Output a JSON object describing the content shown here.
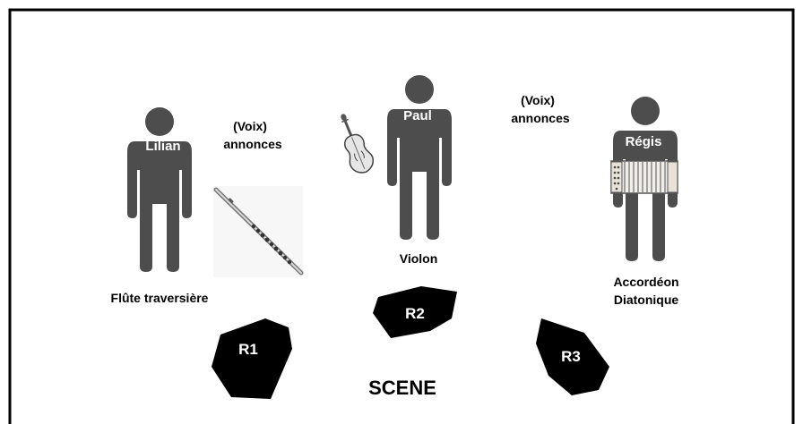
{
  "diagram": {
    "colors": {
      "figure": "#4d4d4d",
      "monitor": "#000000",
      "frame": "#000000",
      "figure_label": "#ffffff",
      "caption": "#000000"
    },
    "musicians": [
      {
        "name": "Lilian",
        "instrument_lines": [
          "Flûte traversière"
        ],
        "instrument_icon": "flute-icon"
      },
      {
        "name": "Paul",
        "instrument_lines": [
          "Violon"
        ],
        "instrument_icon": "violin-icon"
      },
      {
        "name": "Régis",
        "instrument_lines": [
          "Accordéon",
          "Diatonique"
        ],
        "instrument_icon": "accordion-icon"
      }
    ],
    "voice_notes": [
      {
        "line1": "(Voix)",
        "line2": "annonces"
      },
      {
        "line1": "(Voix)",
        "line2": "annonces"
      }
    ],
    "monitors": [
      {
        "label": "R1"
      },
      {
        "label": "R2"
      },
      {
        "label": "R3"
      }
    ],
    "stage_label": "SCENE"
  }
}
